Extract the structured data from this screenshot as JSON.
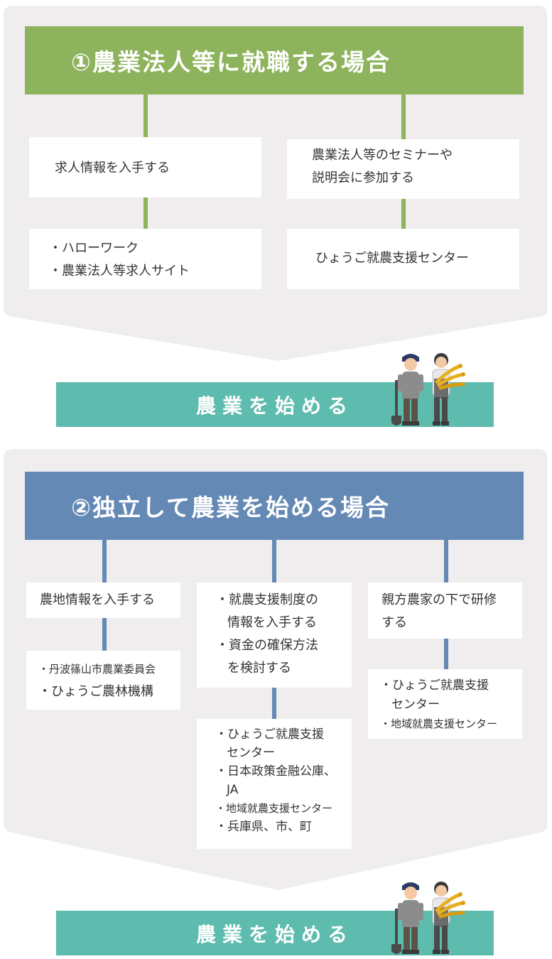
{
  "colors": {
    "green": "#8db35c",
    "blue": "#6489b5",
    "teal": "#5ebcaf",
    "panel": "#efeded"
  },
  "section1": {
    "header": "①農業法人等に就職する場合",
    "left_top": "求人情報を入手する",
    "left_bottom": [
      "・ハローワーク",
      "・農業法人等求人サイト"
    ],
    "right_top": [
      "農業法人等のセミナーや",
      "説明会に参加する"
    ],
    "right_bottom": "ひょうご就農支援センター"
  },
  "start_label_1": "農業を始める",
  "section2": {
    "header": "②独立して農業を始める場合",
    "col1_top": "農地情報を入手する",
    "col1_bottom": [
      "・丹波篠山市農業委員会",
      "・ひょうご農林機構"
    ],
    "col2_top": [
      "・就農支援制度の",
      "情報を入手する",
      "・資金の確保方法",
      "を検討する"
    ],
    "col2_bottom": [
      "・ひょうご就農支援",
      "センター",
      "・日本政策金融公庫、",
      "JA",
      "・地域就農支援センター",
      "・兵庫県、市、町"
    ],
    "col3_top": [
      "親方農家の下で研修",
      "する"
    ],
    "col3_bottom": [
      "・ひょうご就農支援",
      "センター",
      "・地域就農支援センター"
    ]
  },
  "start_label_2": "農業を始める",
  "icons": [
    "farmer-couple-icon",
    "shovel-icon",
    "rice-sheaf-icon"
  ]
}
